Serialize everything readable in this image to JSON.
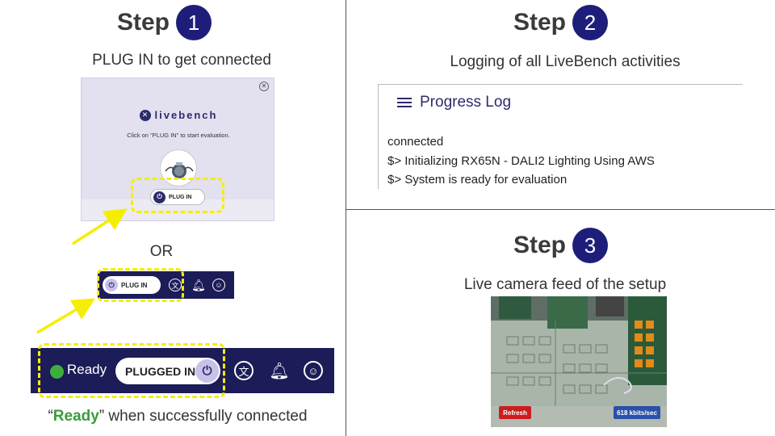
{
  "step1": {
    "word": "Step",
    "number": "1",
    "subtitle": "PLUG IN to get connected",
    "modal": {
      "brand_mark": "✕",
      "brand": "livebench",
      "instruction": "Click on \"PLUG IN\" to start evaluation.",
      "plug_label": "PLUG IN"
    },
    "or_label": "OR",
    "small_nav": {
      "plug_label": "PLUG IN"
    },
    "big_nav": {
      "status": "Ready",
      "plug_label": "PLUGGED IN"
    },
    "caption_open": "“",
    "caption_ready": "Ready",
    "caption_rest": "” when successfully connected"
  },
  "step2": {
    "word": "Step",
    "number": "2",
    "subtitle": "Logging of all LiveBench activities",
    "log_title": "Progress Log",
    "log_lines": [
      "connected",
      "$> Initializing RX65N - DALI2 Lighting Using AWS",
      "$> System is ready for evaluation"
    ]
  },
  "step3": {
    "word": "Step",
    "number": "3",
    "subtitle": "Live camera feed of the setup",
    "refresh_label": "Refresh",
    "bitrate": "618 kbits/sec"
  },
  "colors": {
    "step_circle": "#1e1e7a",
    "navbar": "#1c1c58",
    "highlight": "#f6ee00",
    "ready_green": "#3dae3d",
    "refresh_red": "#cc1d1d"
  },
  "icons": [
    "close-icon",
    "plug-icon",
    "translate-icon",
    "bell-icon",
    "user-icon",
    "list-icon",
    "arrow-icon"
  ]
}
